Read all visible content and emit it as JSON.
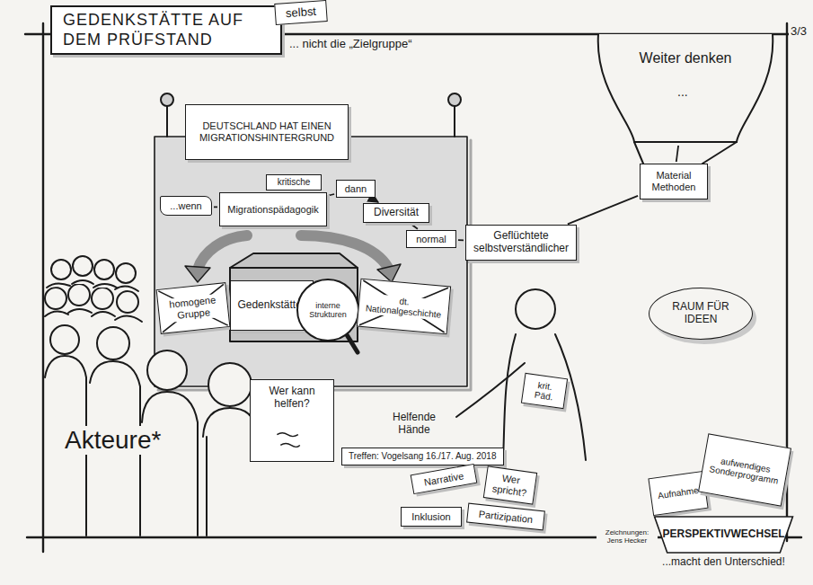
{
  "diagram": {
    "title": "GEDENKSTÄTTE AUF DEM PRÜFSTAND",
    "nodes": [
      {
        "text": [
          "selbst"
        ]
      },
      {
        "text": [
          "DEUTSCHLAND HAT EINEN MIGRATIONSHINTERGRUND"
        ]
      },
      {
        "text": [
          "...wenn"
        ]
      },
      {
        "text": [
          "Migrationspädagogik"
        ]
      },
      {
        "text": [
          "kritische"
        ]
      },
      {
        "text": [
          "dann"
        ]
      },
      {
        "text": [
          "Diversität"
        ]
      },
      {
        "text": [
          "normal"
        ]
      },
      {
        "text": [
          "Geflüchtete selbstverständlicher"
        ]
      },
      {
        "text": [
          "Weiter denken"
        ]
      },
      {
        "text": [
          "Material Methoden"
        ]
      },
      {
        "text": [
          "homogene Gruppe"
        ]
      },
      {
        "text": [
          "Gedenkstätte*"
        ]
      },
      {
        "text": [
          "interne Strukturen"
        ]
      },
      {
        "text": [
          "dt. Nationalgeschichte"
        ]
      },
      {
        "text": [
          "RAUM FÜR IDEEN"
        ]
      },
      {
        "text": [
          "Wer kann helfen?"
        ]
      },
      {
        "text": [
          "Treffen: Vogelsang 16./17. Aug. 2018"
        ]
      },
      {
        "text": [
          "krit. Päd."
        ]
      },
      {
        "text": [
          "Narrative"
        ]
      },
      {
        "text": [
          "Wer spricht?"
        ]
      },
      {
        "text": [
          "Partizipation"
        ]
      },
      {
        "text": [
          "Inklusion"
        ]
      },
      {
        "text": [
          "Aufnahme"
        ]
      },
      {
        "text": [
          "aufwendiges Sonderprogramm"
        ]
      },
      {
        "text": [
          "PERSPEKTIVWECHSEL",
          "...macht den Unterschied!"
        ]
      }
    ],
    "edges": [
      {
        "from": 2,
        "to": 3,
        "arrow": "none"
      },
      {
        "from": 3,
        "to": 5,
        "arrow": "none"
      },
      {
        "from": 5,
        "to": 6,
        "arrow": "to"
      },
      {
        "from": 6,
        "to": 7,
        "arrow": "none"
      },
      {
        "from": 7,
        "to": 8,
        "arrow": "none"
      },
      {
        "from": 8,
        "to": 10,
        "arrow": "none"
      },
      {
        "from": 9,
        "to": 10,
        "arrow": "none"
      }
    ],
    "labels": [
      "... nicht die „Zielgruppe“",
      "3/3",
      "...",
      "Akteure*",
      "Helfende Hände",
      "Zeichnungen: Jens Hecker"
    ]
  }
}
